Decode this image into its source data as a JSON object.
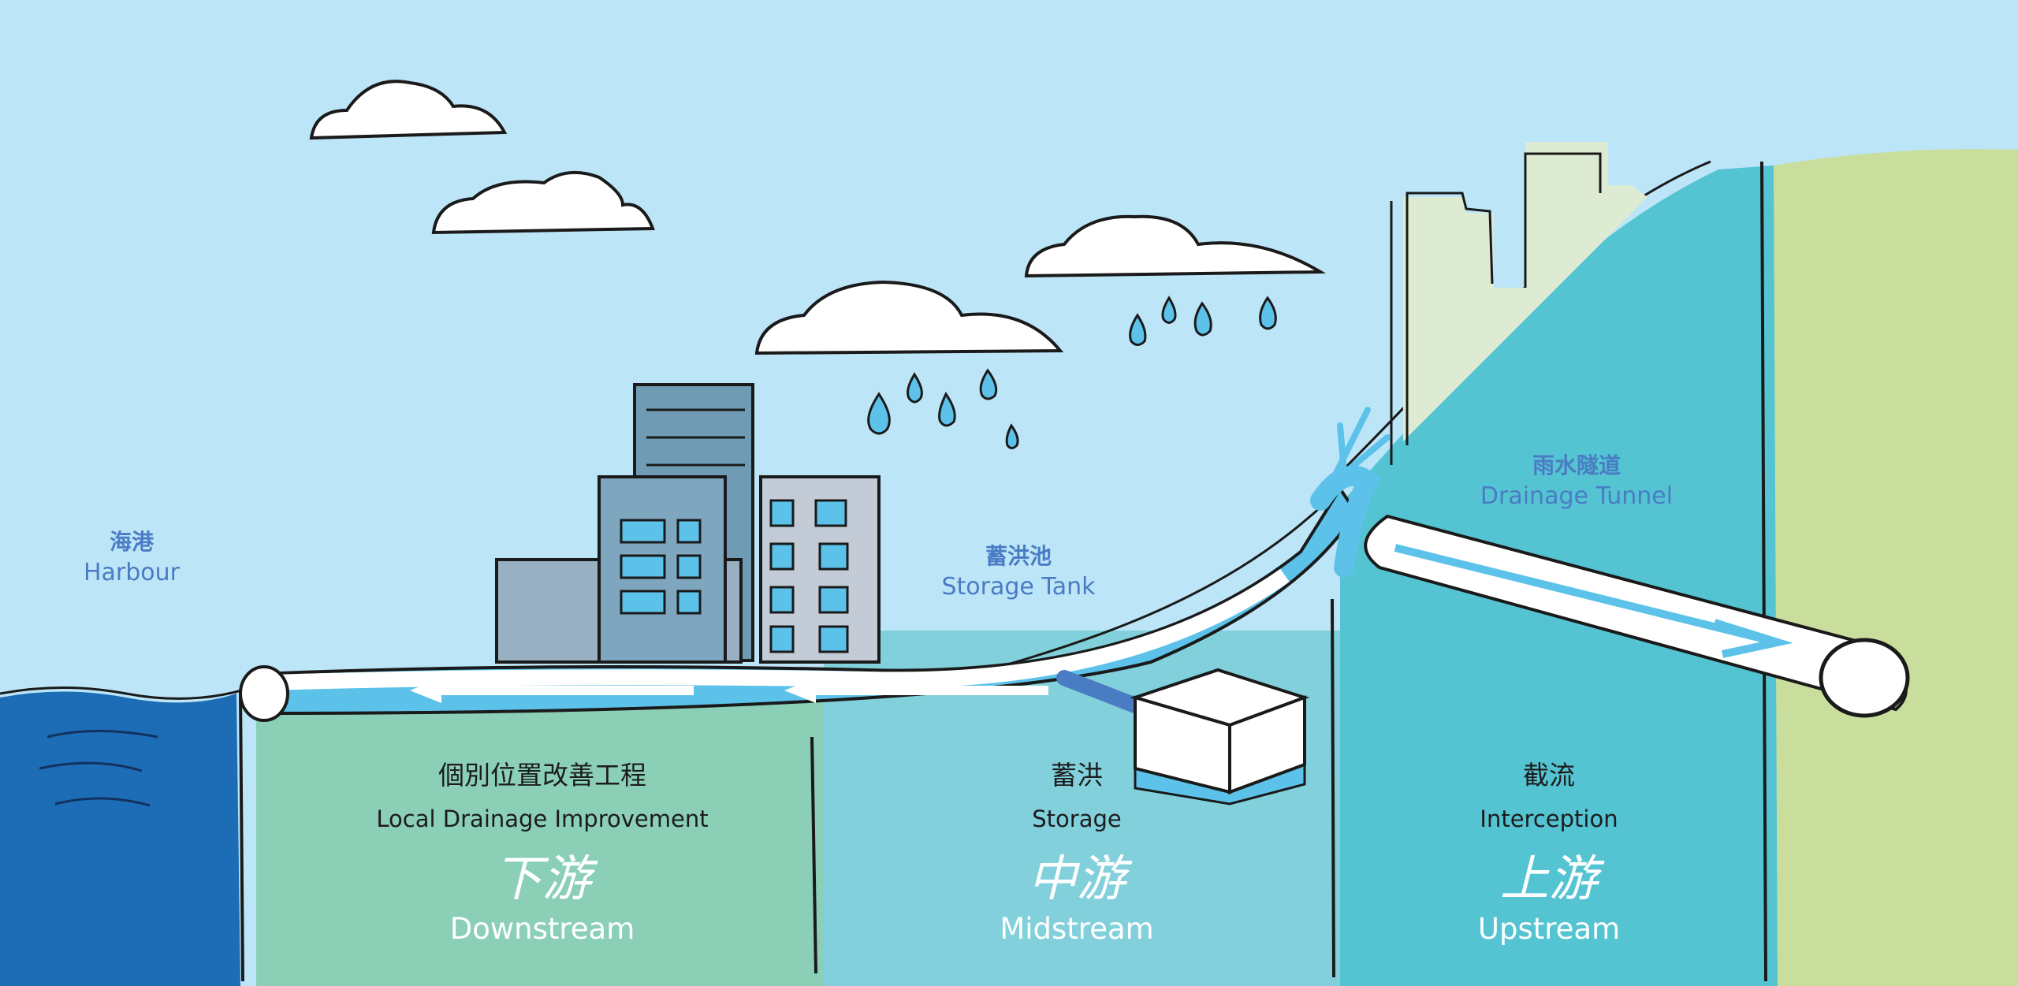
{
  "labels": {
    "harbour": {
      "zh": "海港",
      "en": "Harbour"
    },
    "storage_tank": {
      "zh": "蓄洪池",
      "en": "Storage Tank"
    },
    "drainage_tunnel": {
      "zh": "雨水隧道",
      "en": "Drainage Tunnel"
    }
  },
  "sections": [
    {
      "key": "downstream",
      "zh": "個別位置改善工程",
      "en": "Local Drainage Improvement",
      "stage_zh": "下游",
      "stage_en": "Downstream"
    },
    {
      "key": "midstream",
      "zh": "蓄洪",
      "en": "Storage",
      "stage_zh": "中游",
      "stage_en": "Midstream"
    },
    {
      "key": "upstream",
      "zh": "截流",
      "en": "Interception",
      "stage_zh": "上游",
      "stage_en": "Upstream"
    }
  ],
  "colors": {
    "sky": "#bde5f8",
    "sea": "#1c6db6",
    "downstream_zone": "#8bd0b6",
    "midstream_zone": "#82d0db",
    "upstream_zone": "#54c4d2",
    "hill": "#c9de9c",
    "label_blue": "#4a7cc4",
    "water_blue": "#5cc2ea"
  },
  "icons": [
    "cloud-icon",
    "raindrop-icon",
    "building-icon",
    "pipe-icon",
    "storage-tank-icon",
    "tunnel-icon",
    "flow-arrow-icon"
  ]
}
